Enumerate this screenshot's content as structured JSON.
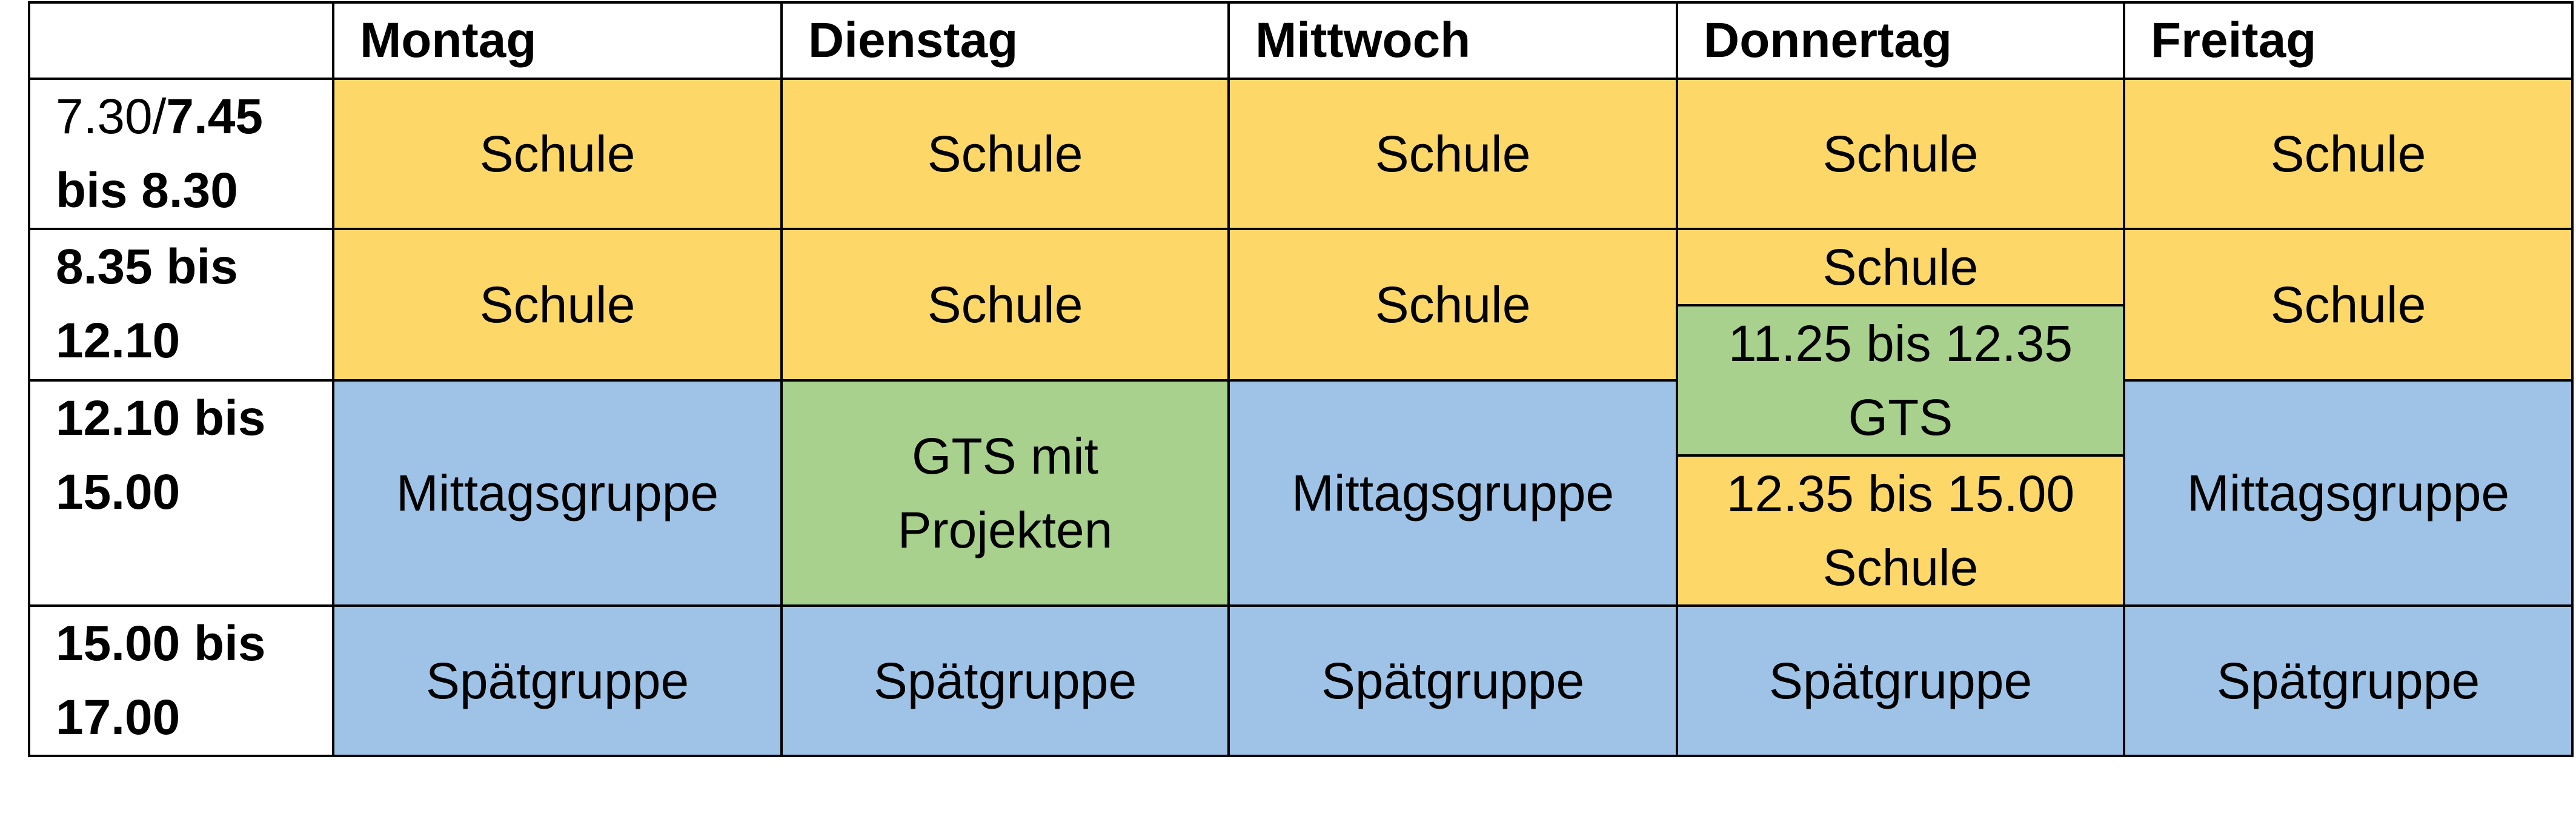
{
  "header": {
    "corner": "",
    "days": [
      "Montag",
      "Dienstag",
      "Mittwoch",
      "Donnertag",
      "Freitag"
    ]
  },
  "times": {
    "row1": {
      "part1": "7.30/",
      "part2": "7.45",
      "line2": "bis 8.30"
    },
    "row2": {
      "line1": "8.35 bis",
      "line2": "12.10"
    },
    "row3": {
      "line1": "12.10 bis",
      "line2": "15.00"
    },
    "row4": {
      "line1": "15.00 bis",
      "line2": "17.00"
    }
  },
  "cells": {
    "schule": "Schule",
    "mittagsgruppe": "Mittagsgruppe",
    "spaetgruppe": "Spätgruppe",
    "gts_projekten_1": "GTS mit",
    "gts_projekten_2": "Projekten",
    "don_gts_time": "11.25  bis 12.35",
    "don_gts": "GTS",
    "don_schule_time": "12.35 bis 15.00",
    "don_schule": "Schule"
  },
  "colors": {
    "yellow": "#fdd868",
    "blue": "#9fc3e7",
    "green": "#a8d18d"
  }
}
